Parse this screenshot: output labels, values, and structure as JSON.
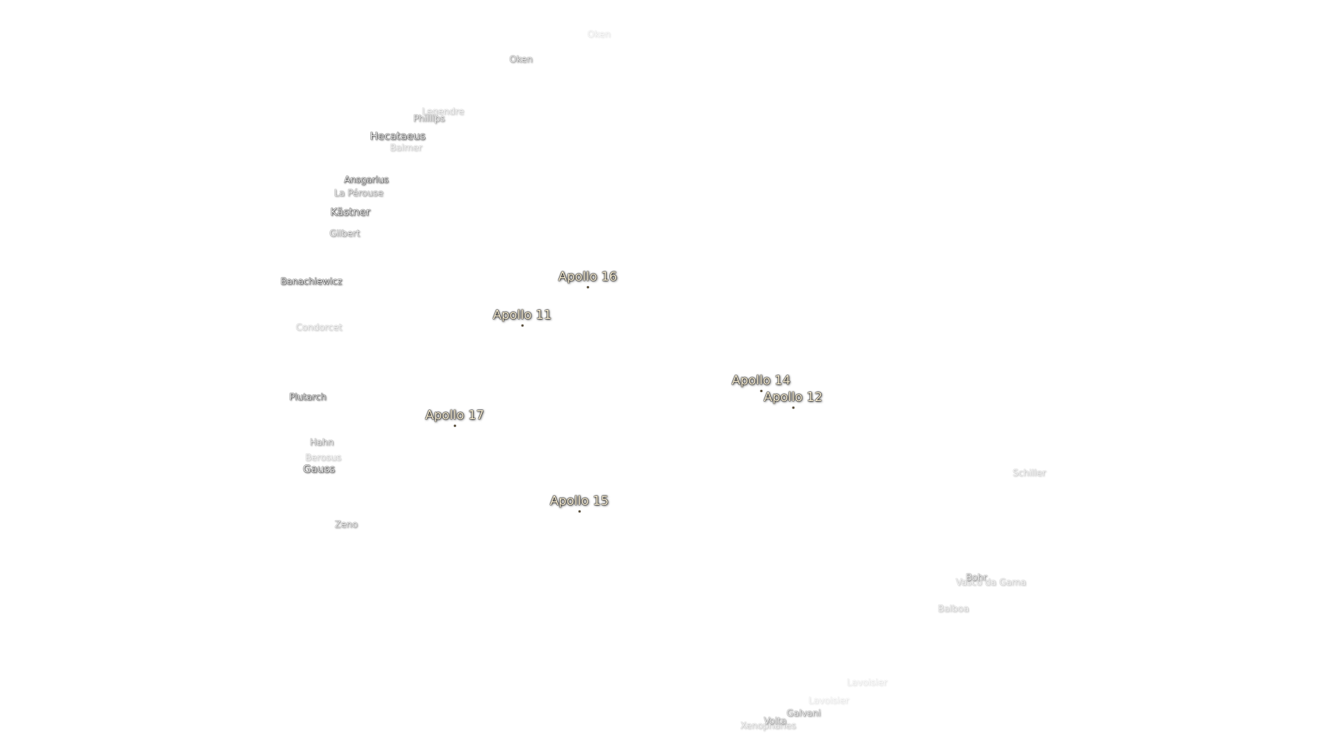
{
  "colors": {
    "background": "#ffffff",
    "crater_label": "#ececec",
    "apollo_label": "#f3e9cf",
    "apollo_marker": "#5a4d36"
  },
  "craters": [
    {
      "name": "Oken"
    },
    {
      "name": "Legendre"
    },
    {
      "name": "Phillips"
    },
    {
      "name": "Hecataeus"
    },
    {
      "name": "Balmer"
    },
    {
      "name": "Ansgarius"
    },
    {
      "name": "La Pérouse"
    },
    {
      "name": "Kästner"
    },
    {
      "name": "Gilbert"
    },
    {
      "name": "Banachiewicz"
    },
    {
      "name": "Condorcet"
    },
    {
      "name": "Plutarch"
    },
    {
      "name": "Hahn"
    },
    {
      "name": "Berosus"
    },
    {
      "name": "Gauss"
    },
    {
      "name": "Zeno"
    },
    {
      "name": "Schiller"
    },
    {
      "name": "Bohr"
    },
    {
      "name": "Vasco da Gama"
    },
    {
      "name": "Balboa"
    },
    {
      "name": "Lavoisier"
    },
    {
      "name": "Galvani"
    },
    {
      "name": "Volta"
    },
    {
      "name": "Xenophanes"
    }
  ],
  "landing_sites": [
    {
      "name": "Apollo 16"
    },
    {
      "name": "Apollo 11"
    },
    {
      "name": "Apollo 14"
    },
    {
      "name": "Apollo 12"
    },
    {
      "name": "Apollo 17"
    },
    {
      "name": "Apollo 15"
    }
  ]
}
